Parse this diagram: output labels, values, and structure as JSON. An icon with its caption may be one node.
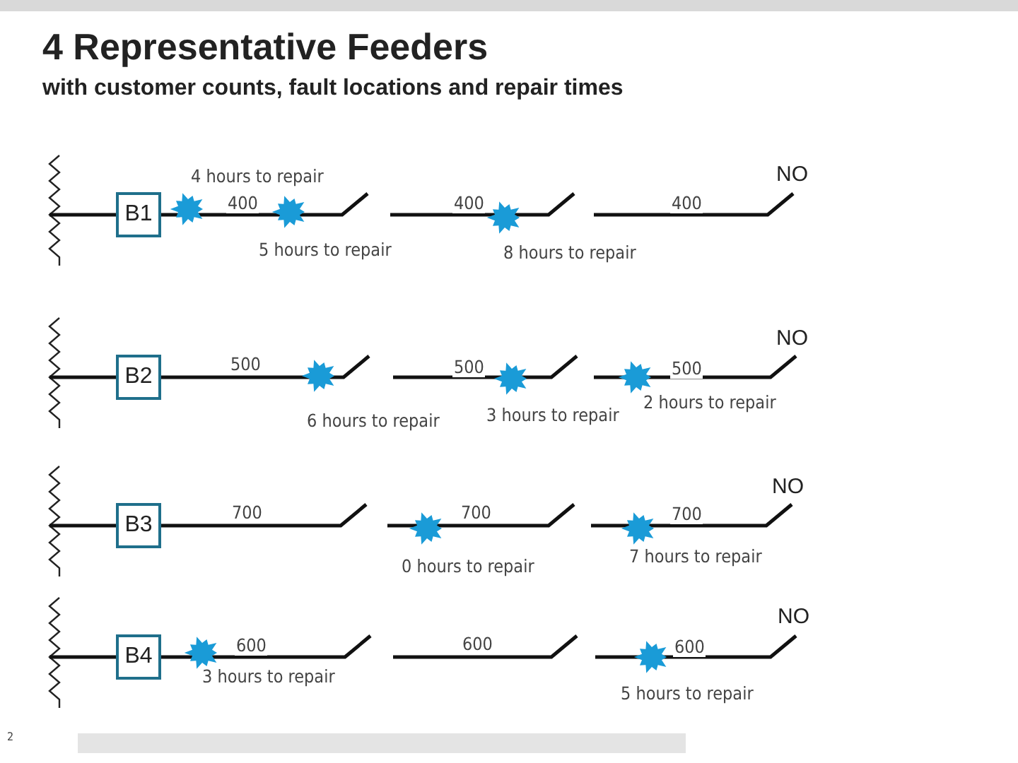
{
  "diagram": {
    "title": "4 Representative Feeders",
    "caption": "with customer counts, fault locations and repair times",
    "nodes": [
      {
        "text": [
          "B1"
        ]
      },
      {
        "text": [
          "B2"
        ]
      },
      {
        "text": [
          "B3"
        ]
      },
      {
        "text": [
          "B4"
        ]
      }
    ],
    "labels": [
      "4 hours to repair",
      "NO",
      "400",
      "400",
      "400",
      "5 hours to repair",
      "8 hours to repair",
      "NO",
      "500",
      "500",
      "500",
      "2 hours to repair",
      "6 hours to repair",
      "3 hours to repair",
      "NO",
      "700",
      "700",
      "700",
      "0 hours to repair",
      "7 hours to repair",
      "NO",
      "600",
      "600",
      "600",
      "3 hours to repair",
      "5 hours to repair",
      "2"
    ]
  }
}
